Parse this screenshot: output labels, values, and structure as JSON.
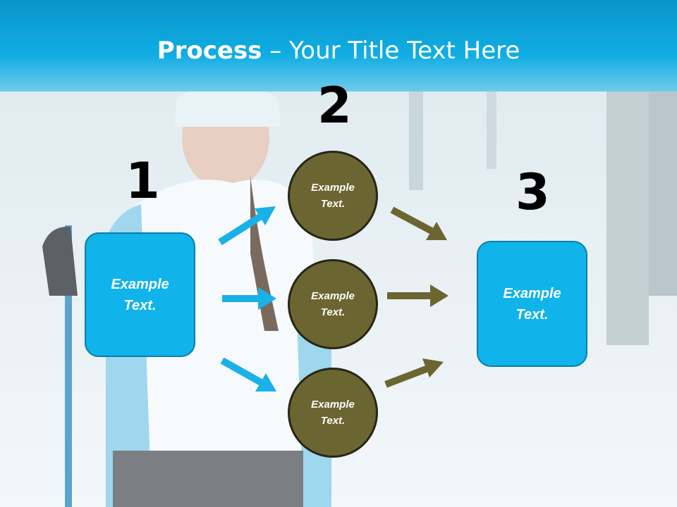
{
  "title": {
    "bold": "Process",
    "rest": " – Your Title Text Here"
  },
  "steps": {
    "one": "1",
    "two": "2",
    "three": "3"
  },
  "left_box": {
    "line1": "Example",
    "line2": "Text."
  },
  "circles": [
    {
      "line1": "Example",
      "line2": "Text."
    },
    {
      "line1": "Example",
      "line2": "Text."
    },
    {
      "line1": "Example",
      "line2": "Text."
    }
  ],
  "right_box": {
    "line1": "Example",
    "line2": "Text."
  },
  "colors": {
    "band": "#0ca3d9",
    "box": "#10b3ea",
    "circle": "#6b6531",
    "blue_arrow": "#1ab0e8",
    "olive_arrow": "#6b6531"
  }
}
